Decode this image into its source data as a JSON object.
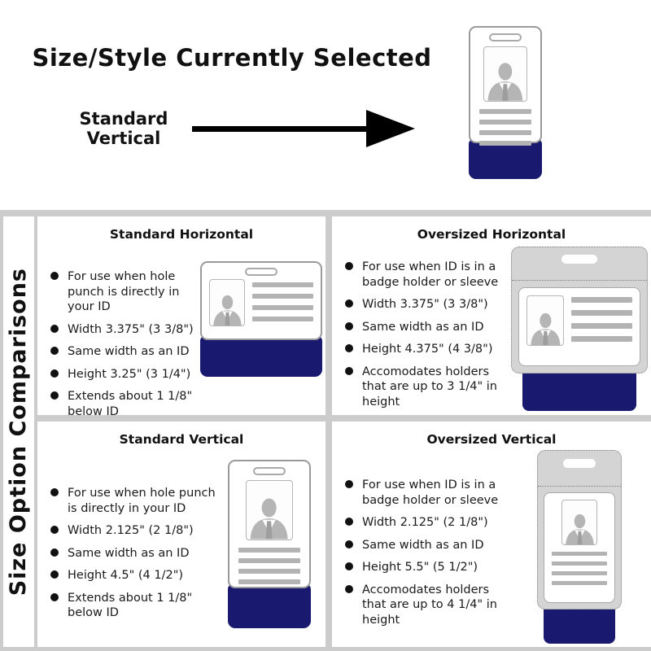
{
  "top": {
    "title": "Size/Style Currently Selected",
    "selected_style": {
      "line1": "Standard",
      "line2": "Vertical"
    }
  },
  "sidebar": {
    "title": "Size Option Comparisons"
  },
  "panels": [
    {
      "title": "Standard Horizontal",
      "bullets": [
        "For use when hole punch is directly in your ID",
        "Width 3.375\" (3 3/8\")",
        "Same width as an ID",
        "Height 3.25\" (3 1/4\")",
        "Extends about 1 1/8\" below ID"
      ]
    },
    {
      "title": "Oversized Horizontal",
      "bullets": [
        "For use when ID is in a badge holder or sleeve",
        "Width 3.375\" (3 3/8\")",
        "Same width as an ID",
        "Height 4.375\" (4 3/8\")",
        "Accomodates holders that are up to 3 1/4\" in height"
      ]
    },
    {
      "title": "Standard Vertical",
      "bullets": [
        "For use when hole punch is directly in your ID",
        "Width 2.125\" (2 1/8\")",
        "Same width as an ID",
        "Height 4.5\" (4 1/2\")",
        "Extends about 1 1/8\" below ID"
      ]
    },
    {
      "title": "Oversized Vertical",
      "bullets": [
        "For use when ID is in a badge holder or sleeve",
        "Width 2.125\" (2 1/8\")",
        "Same width as an ID",
        "Height 5.5\" (5 1/2\")",
        "Accomodates holders that are up to 4 1/4\" in height"
      ]
    }
  ],
  "colors": {
    "navy_tail": "#191970",
    "divider_gray": "#cccccc",
    "holder_gray": "#d4d4d4",
    "card_border_gray": "#9a9a9a",
    "silhouette_gray": "#b5b5b5",
    "text_line_gray": "#b3b3b3"
  },
  "icons": {
    "arrow": "right-arrow",
    "person": "person-silhouette",
    "slot": "badge-slot-hole"
  }
}
